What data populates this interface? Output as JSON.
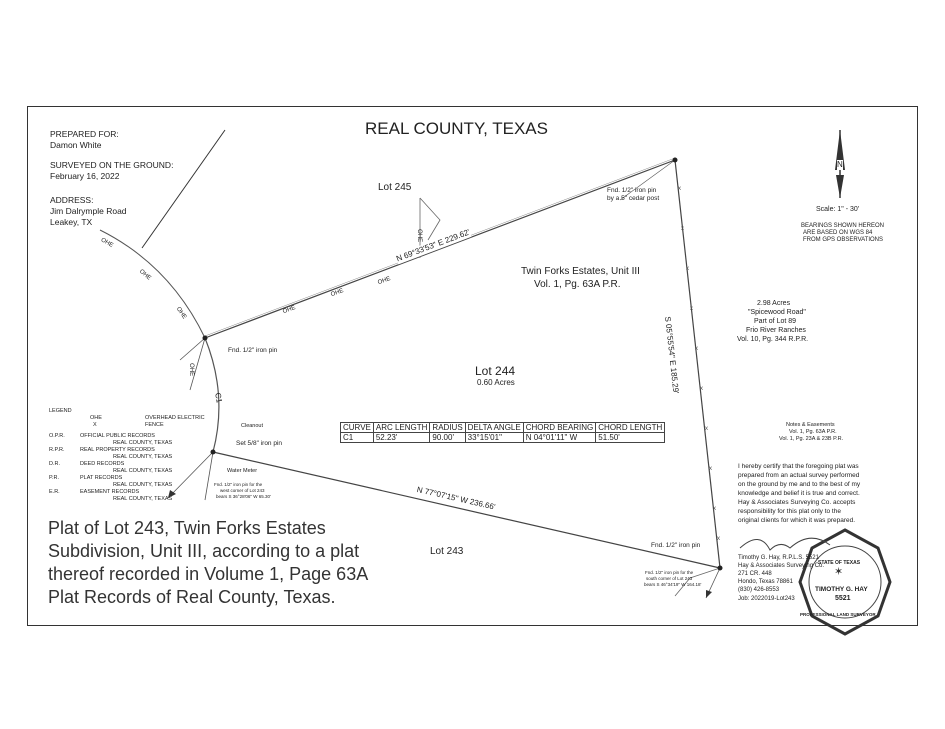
{
  "header": {
    "title": "REAL COUNTY, TEXAS",
    "prepared_for_label": "PREPARED FOR:",
    "prepared_for": "Damon White",
    "surveyed_label": "SURVEYED ON THE GROUND:",
    "surveyed_date": "February 16, 2022",
    "address_label": "ADDRESS:",
    "address_line1": "Jim Dalrymple Road",
    "address_line2": "Leakey, TX"
  },
  "north": {
    "letter": "N",
    "scale": "Scale: 1\" - 30'",
    "bearings_note_1": "BEARINGS SHOWN HEREON",
    "bearings_note_2": "ARE BASED ON WGS 84",
    "bearings_note_3": "FROM GPS OBSERVATIONS"
  },
  "plat": {
    "lot245": "Lot 245",
    "lot244": "Lot 244",
    "lot244_area": "0.60 Acres",
    "lot243": "Lot 243",
    "subdivision_1": "Twin Forks Estates, Unit III",
    "subdivision_2": "Vol. 1, Pg. 63A P.R.",
    "adjacent_1": "2.98 Acres",
    "adjacent_2": "\"Spicewood Road\"",
    "adjacent_3": "Part of Lot 89",
    "adjacent_4": "Frio River Ranches",
    "adjacent_5": "Vol. 10, Pg. 344 R.P.R.",
    "bearing_north": "N 69°33'53\" E  229.62'",
    "bearing_east": "S 05°55'54\" E  185.29'",
    "bearing_south": "N 77°07'15\" W  236.66'",
    "curve_label": "C1",
    "ohe": "OHE",
    "fnd_ne_1": "Fnd. 1/2\" iron pin",
    "fnd_ne_2": "by a 5\" cedar post",
    "fnd_w": "Fnd. 1/2\" iron pin",
    "cleanout": "Cleanout",
    "set_pin": "Set 5/8\" iron pin",
    "water_meter": "Water Meter",
    "fnd_sw_1": "Fnd. 1/2\" iron pin for the",
    "fnd_sw_2": "west corner of Lot 243",
    "fnd_sw_3": "bears S 36°28'06\" W 65.30'",
    "fnd_se": "Fnd. 1/2\" iron pin",
    "fnd_se2_1": "Fnd. 1/2\" iron pin for the",
    "fnd_se2_2": "south corner of Lot 243",
    "fnd_se2_3": "bears S 46°34'19\" W 164.18'"
  },
  "curve_table": {
    "headers": [
      "CURVE",
      "ARC LENGTH",
      "RADIUS",
      "DELTA ANGLE",
      "CHORD BEARING",
      "CHORD LENGTH"
    ],
    "row": [
      "C1",
      "52.23'",
      "90.00'",
      "33°15'01\"",
      "N 04°01'11\" W",
      "51.50'"
    ]
  },
  "legend": {
    "title": "LEGEND",
    "ohe_desc": "OVERHEAD ELECTRIC",
    "fence_desc": "FENCE",
    "ohe_sym": "OHE",
    "fence_sym": "X",
    "items": [
      {
        "abbr": "O.P.R.",
        "l1": "OFFICIAL PUBLIC RECORDS",
        "l2": "REAL COUNTY, TEXAS"
      },
      {
        "abbr": "R.P.R.",
        "l1": "REAL PROPERTY RECORDS",
        "l2": "REAL COUNTY, TEXAS"
      },
      {
        "abbr": "D.R.",
        "l1": "DEED RECORDS",
        "l2": "REAL COUNTY, TEXAS"
      },
      {
        "abbr": "P.R.",
        "l1": "PLAT RECORDS",
        "l2": "REAL COUNTY, TEXAS"
      },
      {
        "abbr": "E.R.",
        "l1": "EASEMENT RECORDS",
        "l2": "REAL COUNTY, TEXAS"
      }
    ]
  },
  "notes": {
    "title": "Notes & Easements",
    "l1": "Vol. 1, Pg. 63A P.R.",
    "l2": "Vol. 1, Pg. 23A & 23B P.R."
  },
  "certification": {
    "l1": "I hereby certify that the foregoing plat was",
    "l2": "prepared from an actual survey performed",
    "l3": "on the ground by me and to the best of my",
    "l4": "knowledge and belief it is true and correct.",
    "l5": "Hay & Associates Surveying Co. accepts",
    "l6": "responsibility for this plat only to the",
    "l7": "original clients for which it was prepared."
  },
  "surveyor": {
    "name": "Timothy G. Hay, R.P.L.S. 5521",
    "company": "Hay & Associates Surveying Co.",
    "address1": "271 CR. 448",
    "address2": "Hondo, Texas 78861",
    "phone": "(830) 426-8553",
    "job": "Job: 2022019-Lot243",
    "seal_name": "TIMOTHY G. HAY",
    "seal_number": "5521",
    "seal_top": "STATE OF TEXAS",
    "seal_bottom": "PROFESSIONAL LAND SURVEYOR"
  },
  "description": {
    "l1": "Plat of Lot 243, Twin Forks Estates",
    "l2": "Subdivision, Unit III, according to a plat",
    "l3": "thereof recorded in Volume 1, Page 63A",
    "l4": "Plat Records of Real County, Texas."
  }
}
